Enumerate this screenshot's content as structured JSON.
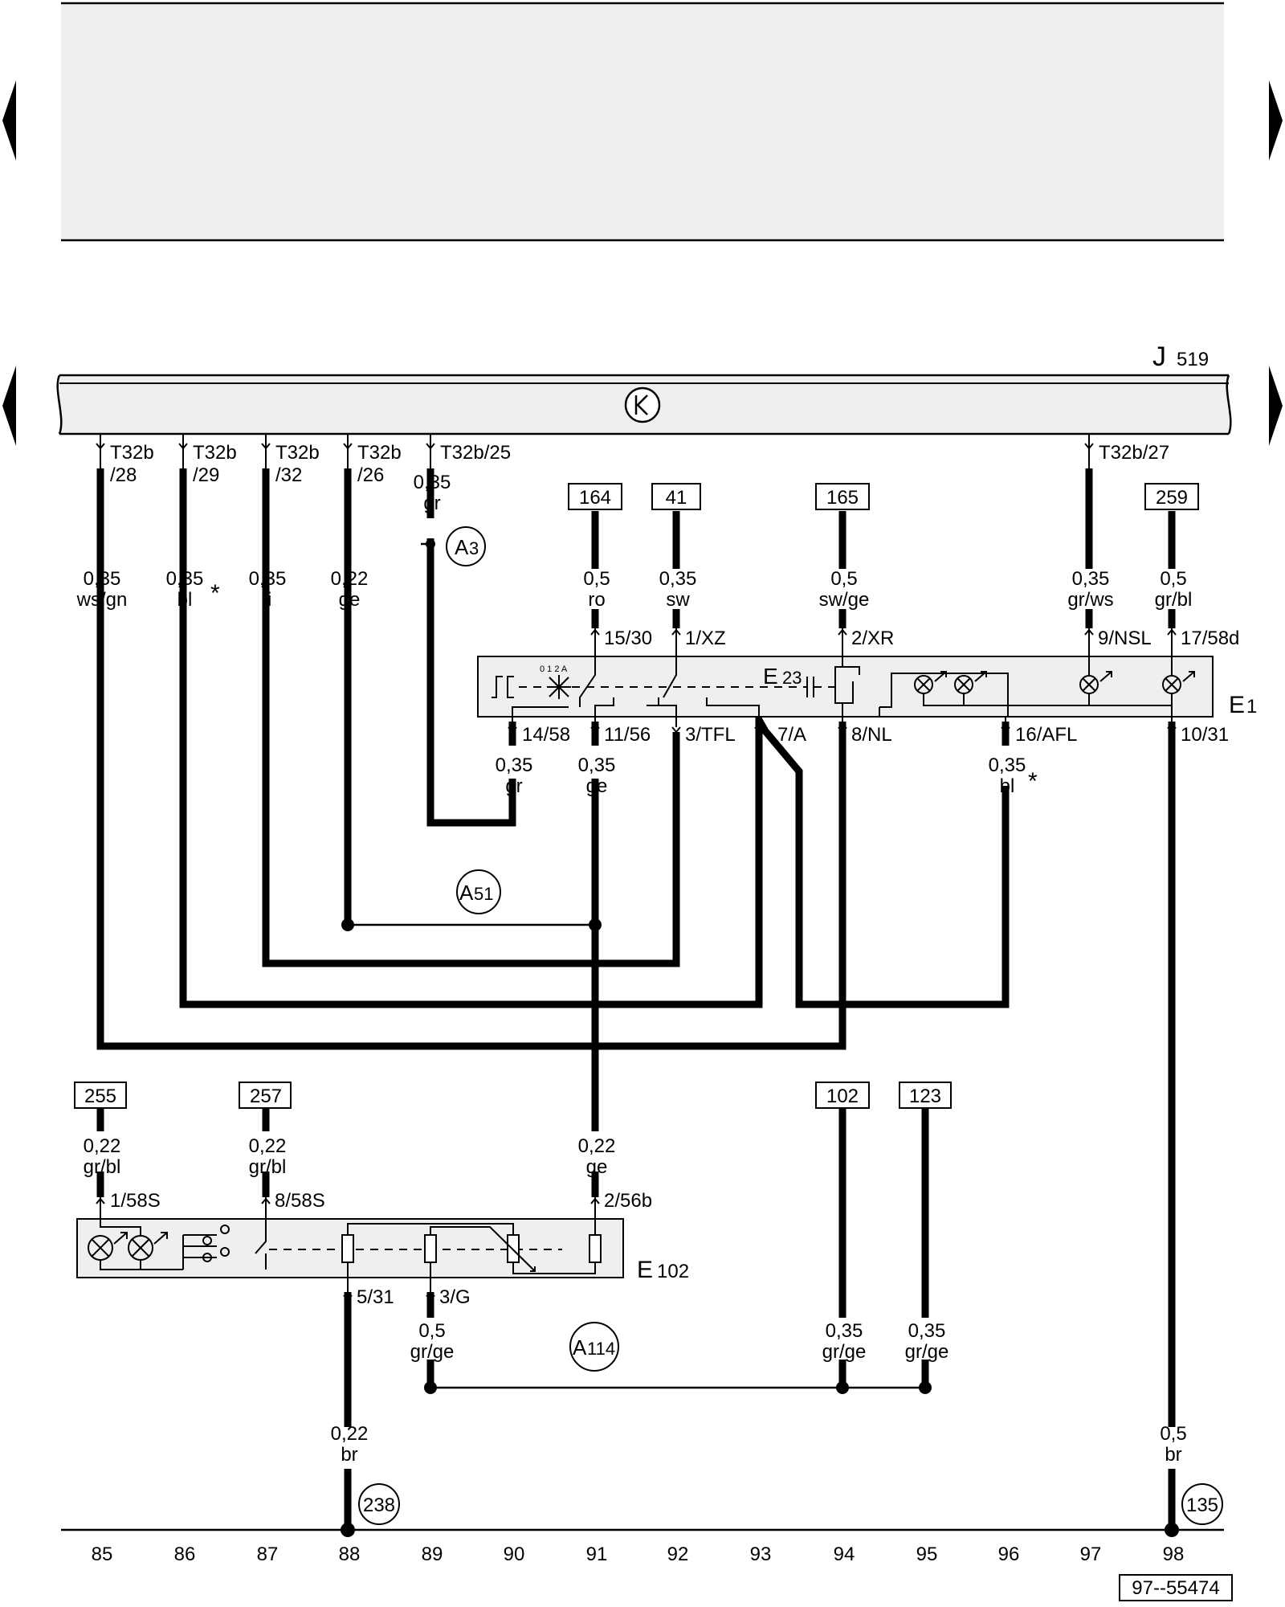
{
  "control_unit": {
    "name": "J",
    "index": "519"
  },
  "components": {
    "e1": {
      "name": "E",
      "index": "1"
    },
    "e23": {
      "name": "E",
      "index": "23"
    },
    "e102": {
      "name": "E",
      "index": "102"
    },
    "switch_positions": "0 1 2 A"
  },
  "connectors": {
    "c28": {
      "line1": "T32b",
      "line2": "/28"
    },
    "c29": {
      "line1": "T32b",
      "line2": "/29"
    },
    "c32": {
      "line1": "T32b",
      "line2": "/32"
    },
    "c26": {
      "line1": "T32b",
      "line2": "/26"
    },
    "c25": "T32b/25",
    "c27": "T32b/27"
  },
  "pins": {
    "p15_30": "15/30",
    "p1_xz": "1/XZ",
    "p2_xr": "2/XR",
    "p9_nsl": "9/NSL",
    "p17_58d": "17/58d",
    "p14_58": "14/58",
    "p11_56": "11/56",
    "p3_tfl": "3/TFL",
    "p7_a": "7/A",
    "p8_nl": "8/NL",
    "p16_afl": "16/AFL",
    "p10_31": "10/31",
    "p1_58s": "1/58S",
    "p8_58s": "8/58S",
    "p2_56b": "2/56b",
    "p5_31": "5/31",
    "p3_g": "3/G"
  },
  "refs": {
    "r164": "164",
    "r41": "41",
    "r165": "165",
    "r259": "259",
    "r255": "255",
    "r257": "257",
    "r102": "102",
    "r123": "123"
  },
  "wires": {
    "w1": {
      "size": "0,35",
      "color": "ws/gn"
    },
    "w2": {
      "size": "0,35",
      "color": "bl"
    },
    "w3": {
      "size": "0,35",
      "color": "li"
    },
    "w4": {
      "size": "0,22",
      "color": "ge"
    },
    "w5": {
      "size": "0,35",
      "color": "gr"
    },
    "w6": {
      "size": "0,5",
      "color": "ro"
    },
    "w7": {
      "size": "0,35",
      "color": "sw"
    },
    "w8": {
      "size": "0,5",
      "color": "sw/ge"
    },
    "w9": {
      "size": "0,35",
      "color": "gr/ws"
    },
    "w10": {
      "size": "0,5",
      "color": "gr/bl"
    },
    "w11": {
      "size": "0,35",
      "color": "gr"
    },
    "w12": {
      "size": "0,35",
      "color": "ge"
    },
    "w13": {
      "size": "0,35",
      "color": "bl"
    },
    "w14": {
      "size": "0,22",
      "color": "gr/bl"
    },
    "w15": {
      "size": "0,22",
      "color": "gr/bl"
    },
    "w16": {
      "size": "0,22",
      "color": "ge"
    },
    "w17": {
      "size": "0,5",
      "color": "gr/ge"
    },
    "w18": {
      "size": "0,35",
      "color": "gr/ge"
    },
    "w19": {
      "size": "0,35",
      "color": "gr/ge"
    },
    "w20": {
      "size": "0,22",
      "color": "br"
    },
    "w21": {
      "size": "0,5",
      "color": "br"
    }
  },
  "footnote_marker": "*",
  "junctions": {
    "a3": {
      "letter": "A",
      "num": "3"
    },
    "a51": {
      "letter": "A",
      "num": "51"
    },
    "a114": {
      "letter": "A",
      "num": "114"
    }
  },
  "grounds": {
    "g238": "238",
    "g135": "135"
  },
  "track_numbers": [
    "85",
    "86",
    "87",
    "88",
    "89",
    "90",
    "91",
    "92",
    "93",
    "94",
    "95",
    "96",
    "97",
    "98"
  ],
  "document_id": "97--55474"
}
